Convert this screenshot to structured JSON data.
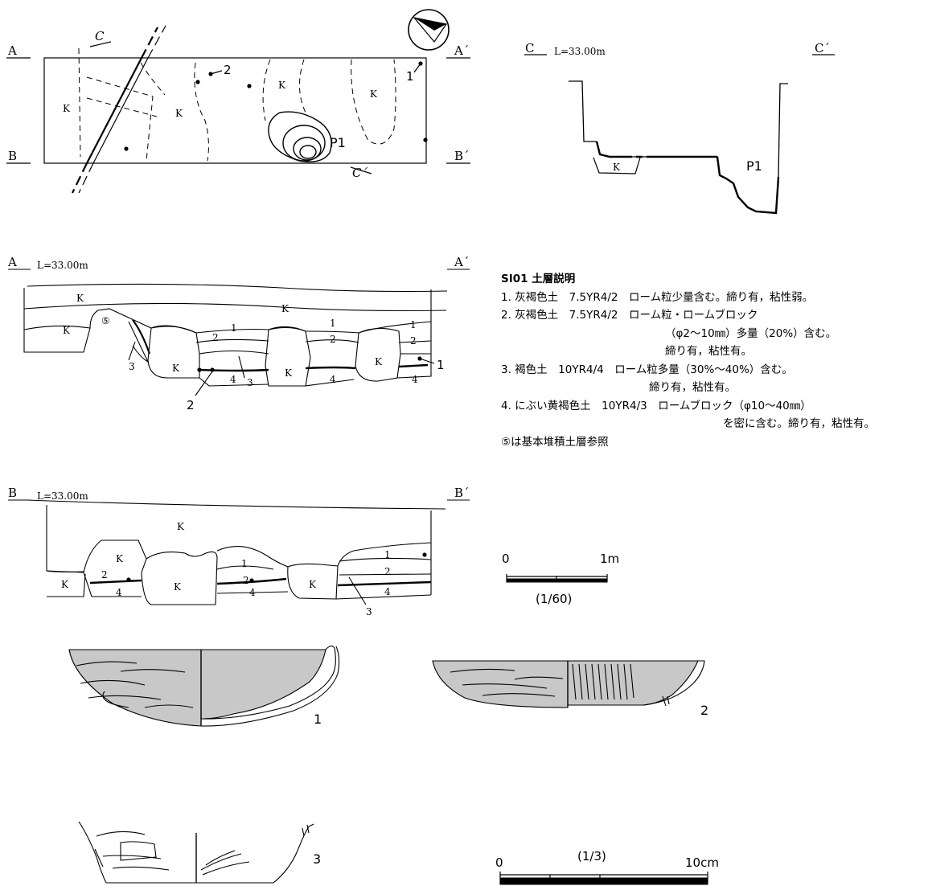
{
  "plan": {
    "label_a": "A",
    "label_a_prime": "A´",
    "label_b": "B",
    "label_b_prime": "B´",
    "label_c": "C",
    "label_c_prime": "C´",
    "k": "K",
    "p1": "P1",
    "point_1": "1",
    "point_2": "2"
  },
  "section_c": {
    "label_left": "C",
    "label_right": "C´",
    "elevation": "L=33.00m",
    "k": "K",
    "p1": "P1"
  },
  "section_a": {
    "label_left": "A",
    "label_right": "A´",
    "elevation": "L=33.00m",
    "k": "K",
    "basic_layer": "⑤",
    "layer_1": "1",
    "layer_2": "2",
    "layer_3": "3",
    "layer_4": "4",
    "find_1": "1",
    "find_2": "2"
  },
  "section_b": {
    "label_left": "B",
    "label_right": "B´",
    "elevation": "L=33.00m",
    "k": "K",
    "layer_1": "1",
    "layer_2": "2",
    "layer_3": "3",
    "layer_4": "4"
  },
  "legend": {
    "title": "SI01 土層説明",
    "lines": [
      "1. 灰褐色土　7.5YR4/2　ローム粒少量含む。締り有，粘性弱。",
      "2. 灰褐色土　7.5YR4/2　ローム粒・ロームブロック",
      "（φ2～10㎜）多量（20%）含む。",
      "締り有，粘性有。",
      "3. 褐色土　10YR4/4　ローム粒多量（30%～40%）含む。",
      "締り有，粘性有。",
      "4. にぶい黄褐色土　10YR4/3　ロームブロック（φ10～40㎜）",
      "を密に含む。締り有，粘性有。",
      "⑤は基本堆積土層参照"
    ]
  },
  "scale_1": {
    "zero": "0",
    "max": "1m",
    "ratio": "(1/60)"
  },
  "scale_2": {
    "zero": "0",
    "ratio": "(1/3)",
    "max": "10cm"
  },
  "artifacts": {
    "n1": "1",
    "n2": "2",
    "n3": "3"
  },
  "colors": {
    "line": "#000000",
    "shade": "#c8c8c8",
    "background": "#ffffff"
  }
}
